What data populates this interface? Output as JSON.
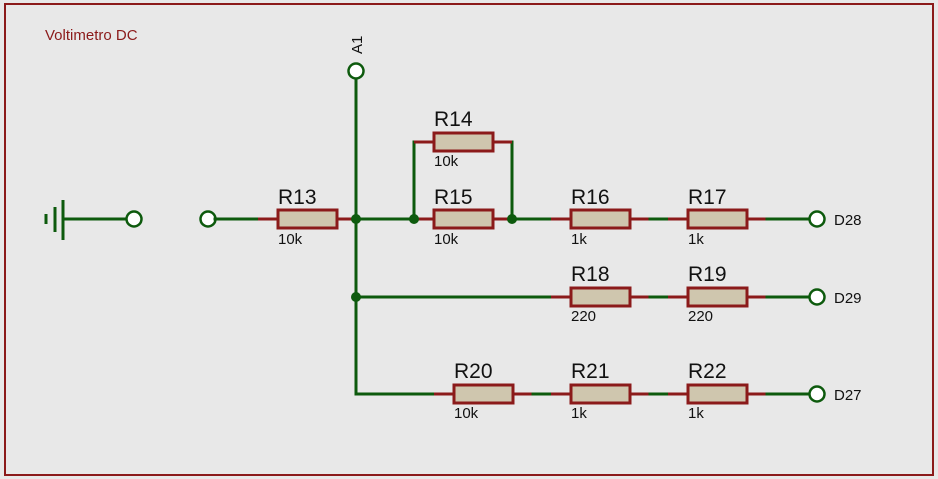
{
  "title": "Voltimetro DC",
  "colors": {
    "frame": "#8b1a1a",
    "wire": "#0d5a0d",
    "resistor_body": "#cfc6ae",
    "resistor_outline": "#8b1a1a",
    "background": "#e8e8e8"
  },
  "terminals": {
    "input": "A1",
    "out1": "D28",
    "out2": "D29",
    "out3": "D27"
  },
  "resistors": {
    "R13": {
      "ref": "R13",
      "value": "10k"
    },
    "R14": {
      "ref": "R14",
      "value": "10k"
    },
    "R15": {
      "ref": "R15",
      "value": "10k"
    },
    "R16": {
      "ref": "R16",
      "value": "1k"
    },
    "R17": {
      "ref": "R17",
      "value": "1k"
    },
    "R18": {
      "ref": "R18",
      "value": "220"
    },
    "R19": {
      "ref": "R19",
      "value": "220"
    },
    "R20": {
      "ref": "R20",
      "value": "10k"
    },
    "R21": {
      "ref": "R21",
      "value": "1k"
    },
    "R22": {
      "ref": "R22",
      "value": "1k"
    }
  },
  "symbols": {
    "ground": "ground-icon"
  }
}
